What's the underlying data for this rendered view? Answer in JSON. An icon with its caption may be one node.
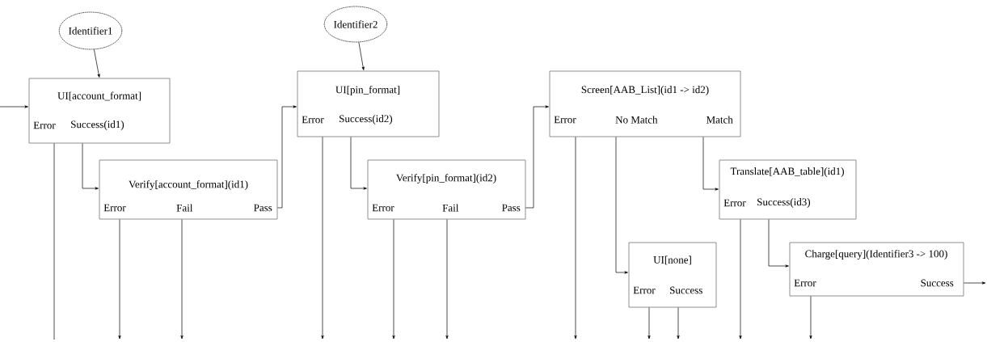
{
  "diagram": {
    "nodes": [
      {
        "text": [
          "Identifier1"
        ]
      },
      {
        "text": [
          "UI[account_format]",
          "Error",
          "Success(id1)"
        ]
      },
      {
        "text": [
          "Verify[account_format](id1)",
          "Error",
          "Fail",
          "Pass"
        ]
      },
      {
        "text": [
          "Identifier2"
        ]
      },
      {
        "text": [
          "UI[pin_format]",
          "Error",
          "Success(id2)"
        ]
      },
      {
        "text": [
          "Verify[pin_format](id2)",
          "Error",
          "Fail",
          "Pass"
        ]
      },
      {
        "text": [
          "Screen[AAB_List](id1 -> id2)",
          "Error",
          "No Match",
          "Match"
        ]
      },
      {
        "text": [
          "Translate[AAB_table](id1)",
          "Error",
          "Success(id3)"
        ]
      },
      {
        "text": [
          "UI[none]",
          "Error",
          "Success"
        ]
      },
      {
        "text": [
          "Charge[query](Identifier3 -> 100)",
          "Error",
          "Success"
        ]
      }
    ],
    "edges": [
      {
        "from": null,
        "to": 1,
        "arrow": "to"
      },
      {
        "from": 0,
        "to": 1,
        "arrow": "to"
      },
      {
        "from": 1,
        "to": null,
        "arrow": "none"
      },
      {
        "from": 1,
        "to": 2,
        "arrow": "to"
      },
      {
        "from": 2,
        "to": null,
        "arrow": "to"
      },
      {
        "from": 2,
        "to": null,
        "arrow": "to"
      },
      {
        "from": 2,
        "to": 4,
        "arrow": "to"
      },
      {
        "from": 3,
        "to": 4,
        "arrow": "to"
      },
      {
        "from": 4,
        "to": null,
        "arrow": "to"
      },
      {
        "from": 4,
        "to": 5,
        "arrow": "to"
      },
      {
        "from": 5,
        "to": null,
        "arrow": "to"
      },
      {
        "from": 5,
        "to": null,
        "arrow": "to"
      },
      {
        "from": 5,
        "to": 6,
        "arrow": "to"
      },
      {
        "from": 6,
        "to": null,
        "arrow": "to"
      },
      {
        "from": 6,
        "to": 8,
        "arrow": "to"
      },
      {
        "from": 6,
        "to": 7,
        "arrow": "to"
      },
      {
        "from": 7,
        "to": null,
        "arrow": "to"
      },
      {
        "from": 7,
        "to": 9,
        "arrow": "to"
      },
      {
        "from": 8,
        "to": null,
        "arrow": "to"
      },
      {
        "from": 8,
        "to": null,
        "arrow": "to"
      },
      {
        "from": 9,
        "to": null,
        "arrow": "to"
      },
      {
        "from": 9,
        "to": null,
        "arrow": "to"
      }
    ]
  }
}
